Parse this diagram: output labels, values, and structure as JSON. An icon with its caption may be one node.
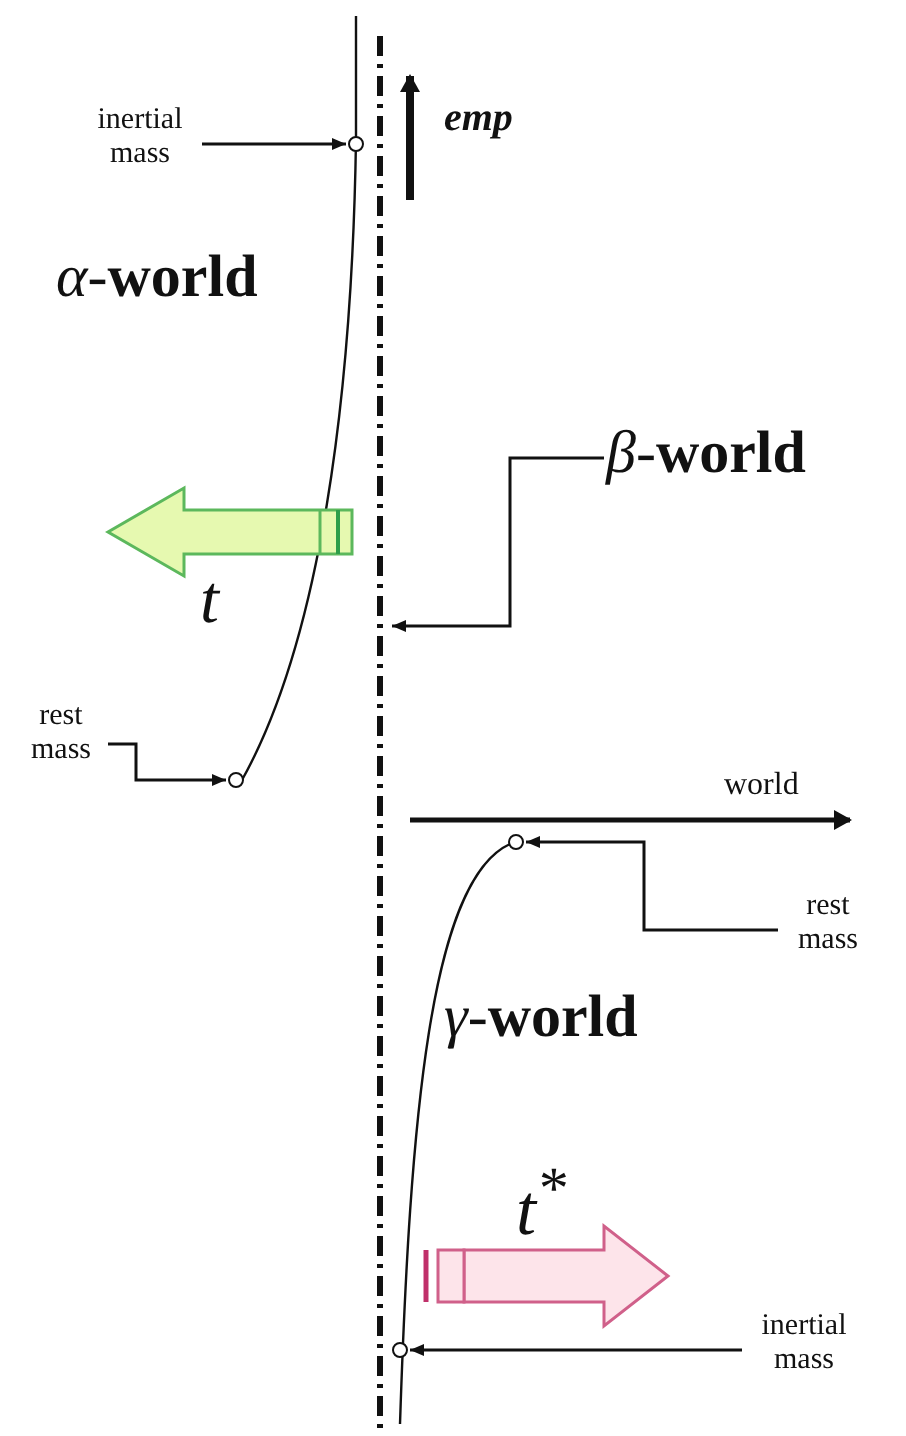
{
  "diagram": {
    "nodes": [
      {
        "text": [
          "inertial mass"
        ]
      },
      {
        "text": [],
        "shape": "circle"
      },
      {
        "text": [
          "*β*-**world**"
        ]
      },
      {
        "text": [],
        "shape": "line"
      },
      {
        "text": [
          "rest mass"
        ]
      },
      {
        "text": [],
        "shape": "circle"
      },
      {
        "text": [
          "rest mass"
        ]
      },
      {
        "text": [],
        "shape": "circle"
      },
      {
        "text": [
          "inertial mass"
        ]
      },
      {
        "text": [],
        "shape": "circle"
      }
    ],
    "edges": [
      {
        "from": 0,
        "to": 1,
        "arrow": "to"
      },
      {
        "from": 2,
        "to": 3,
        "arrow": "to"
      },
      {
        "from": 4,
        "to": 5,
        "arrow": "to"
      },
      {
        "from": 6,
        "to": 7,
        "arrow": "to"
      },
      {
        "from": 8,
        "to": 9,
        "arrow": "to"
      }
    ],
    "labels": [
      "emp",
      "*α*-**world**",
      "*t*",
      "world",
      "*γ*-**world**",
      "*t*$^{*}$"
    ]
  }
}
